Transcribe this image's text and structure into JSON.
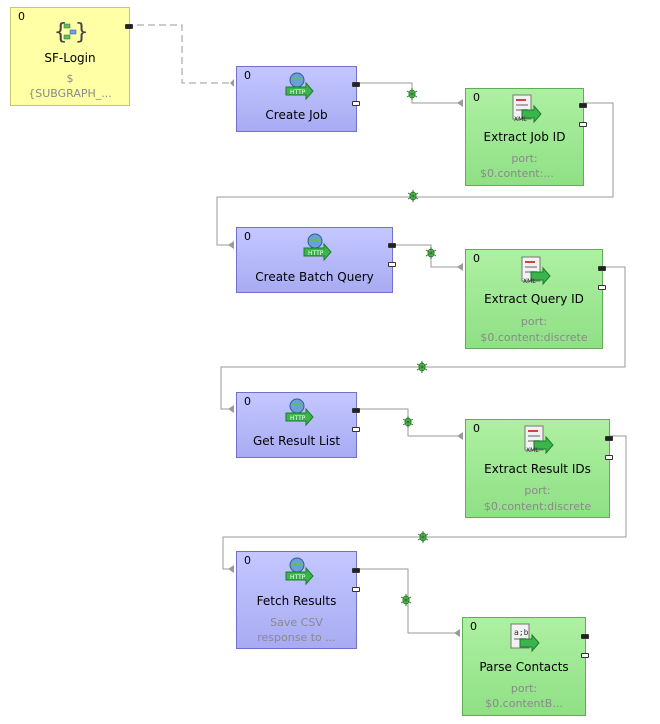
{
  "nodes": {
    "sf_login": {
      "num": "0",
      "title": "SF-Login",
      "sub1": "$",
      "sub2": "{SUBGRAPH_..."
    },
    "create_job": {
      "num": "0",
      "title": "Create Job"
    },
    "extract_job_id": {
      "num": "0",
      "title": "Extract Job ID",
      "sub1": "port:",
      "sub2": "$0.content:..."
    },
    "create_batch_query": {
      "num": "0",
      "title": "Create Batch Query"
    },
    "extract_query_id": {
      "num": "0",
      "title": "Extract Query ID",
      "sub1": "port:",
      "sub2": "$0.content:discrete"
    },
    "get_result_list": {
      "num": "0",
      "title": "Get Result List"
    },
    "extract_result_ids": {
      "num": "0",
      "title": "Extract Result IDs",
      "sub1": "port:",
      "sub2": "$0.content:discrete"
    },
    "fetch_results": {
      "num": "0",
      "title": "Fetch Results",
      "sub1": "Save CSV",
      "sub2": "response to ..."
    },
    "parse_contacts": {
      "num": "0",
      "title": "Parse Contacts",
      "sub1": "port:",
      "sub2": "$0.contentB..."
    }
  },
  "icons": {
    "http": "http-connector-icon",
    "xml": "xml-extract-icon",
    "csv": "flat-file-reader-icon",
    "subgraph": "subgraph-icon",
    "edge_marker": "bug-edge-debug-icon"
  },
  "colors": {
    "subgraph_fill": "#ffffa6",
    "http_fill": "#b6b9fa",
    "reader_fill": "#9ee793",
    "edge": "#9a9a9a"
  }
}
